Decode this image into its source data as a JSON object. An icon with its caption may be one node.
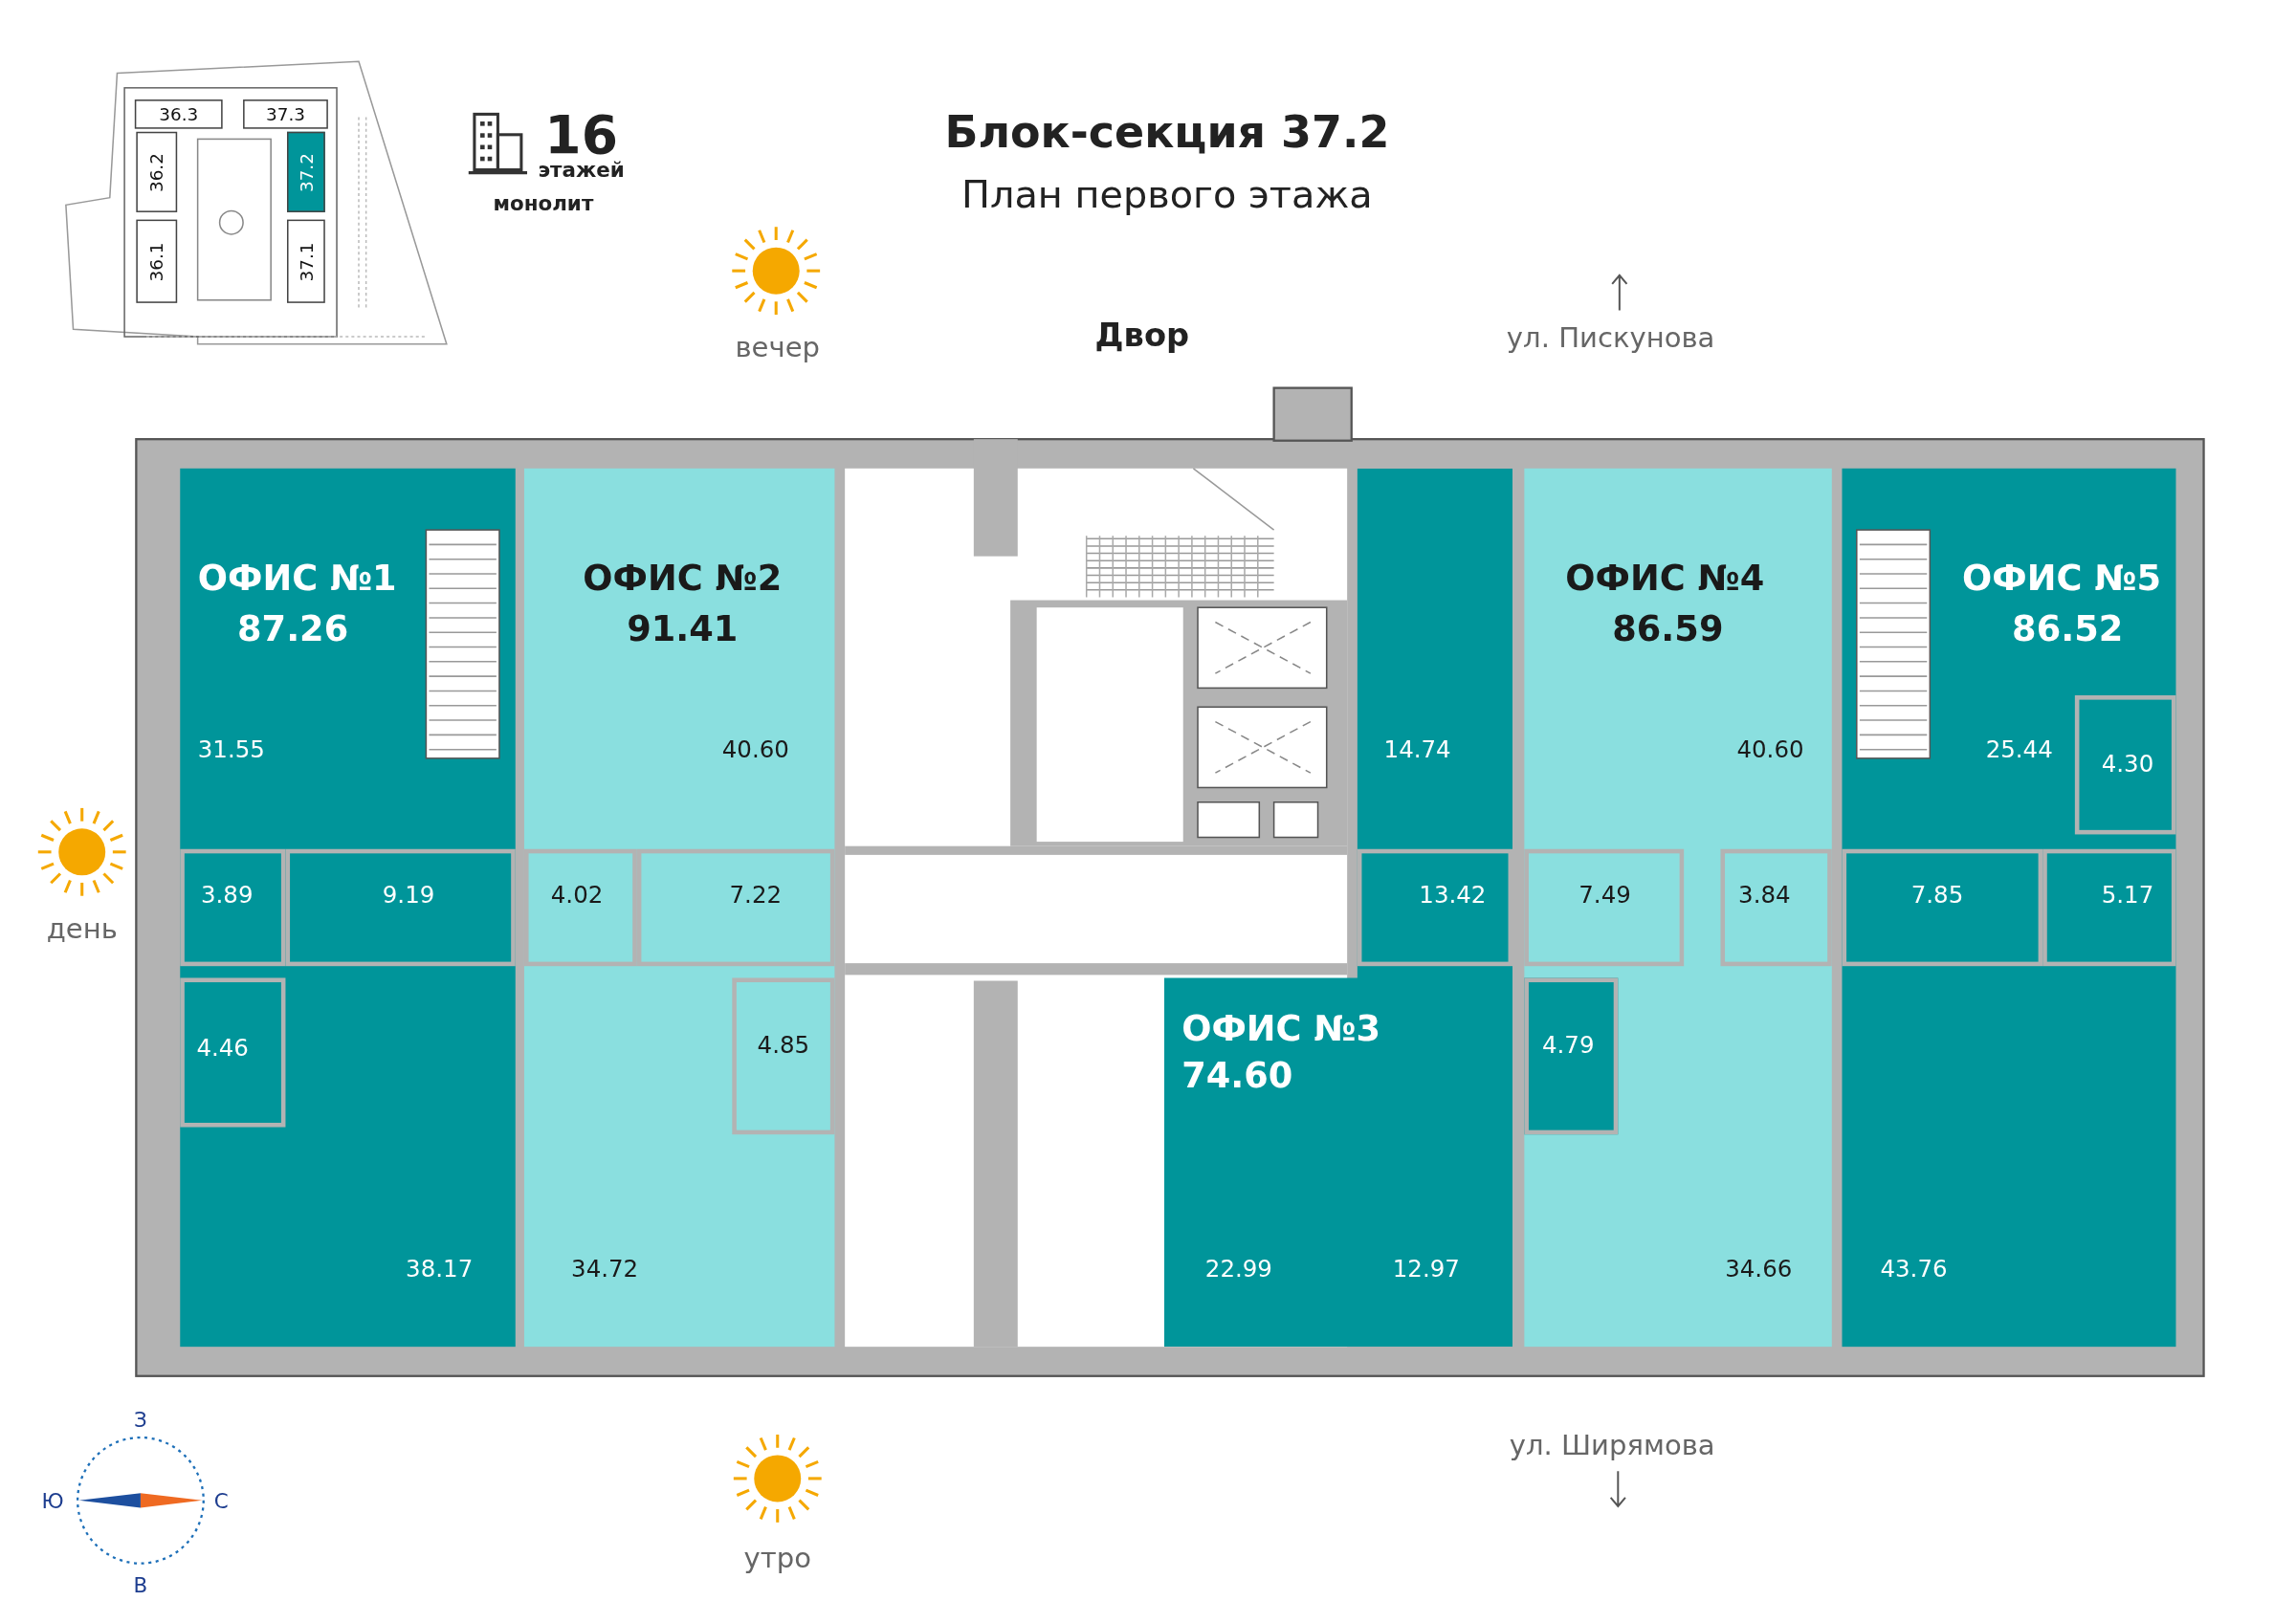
{
  "diagram": {
    "title": "Блок-секция 37.2",
    "nodes": [
      {
        "text": [
          "ОФИС №1",
          "87.26"
        ]
      },
      {
        "text": [
          "31.55"
        ],
        "in": 0
      },
      {
        "text": [
          "3.89"
        ],
        "in": 0
      },
      {
        "text": [
          "9.19"
        ],
        "in": 0
      },
      {
        "text": [
          "4.46"
        ],
        "in": 0
      },
      {
        "text": [
          "38.17"
        ],
        "in": 0
      },
      {
        "text": [
          "ОФИС №2",
          "91.41"
        ]
      },
      {
        "text": [
          "40.60"
        ],
        "in": 6
      },
      {
        "text": [
          "4.02"
        ],
        "in": 6
      },
      {
        "text": [
          "7.22"
        ],
        "in": 6
      },
      {
        "text": [
          "4.85"
        ],
        "in": 6
      },
      {
        "text": [
          "34.72"
        ],
        "in": 6
      },
      {
        "text": [
          "ОФИС №3",
          "74.60"
        ]
      },
      {
        "text": [
          "14.74"
        ],
        "in": 12
      },
      {
        "text": [
          "13.42"
        ],
        "in": 12
      },
      {
        "text": [
          "22.99"
        ],
        "in": 12
      },
      {
        "text": [
          "12.97"
        ],
        "in": 12
      },
      {
        "text": [
          "ОФИС №4",
          "86.59"
        ]
      },
      {
        "text": [
          "40.60"
        ],
        "in": 17
      },
      {
        "text": [
          "7.49"
        ],
        "in": 17
      },
      {
        "text": [
          "3.84"
        ],
        "in": 17
      },
      {
        "text": [
          "4.79"
        ],
        "in": 17
      },
      {
        "text": [
          "34.66"
        ],
        "in": 17
      },
      {
        "text": [
          "ОФИС №5",
          "86.52"
        ]
      },
      {
        "text": [
          "25.44"
        ],
        "in": 23
      },
      {
        "text": [
          "4.30"
        ],
        "in": 23
      },
      {
        "text": [
          "7.85"
        ],
        "in": 23
      },
      {
        "text": [
          "5.17"
        ],
        "in": 23
      },
      {
        "text": [
          "43.76"
        ],
        "in": 23
      },
      {
        "text": [
          "36.3"
        ]
      },
      {
        "text": [
          "37.3"
        ]
      },
      {
        "text": [
          "36.2"
        ]
      },
      {
        "text": [
          "37.2"
        ]
      },
      {
        "text": [
          "36.1"
        ]
      },
      {
        "text": [
          "37.1"
        ]
      }
    ],
    "labels": [
      "16",
      "этажей",
      "монолит",
      "План первого этажа",
      "Двор",
      "вечер",
      "ул. Пискунова",
      "день",
      "ул. Ширямова",
      "утро",
      "З",
      "Ю",
      "С",
      "В"
    ]
  }
}
